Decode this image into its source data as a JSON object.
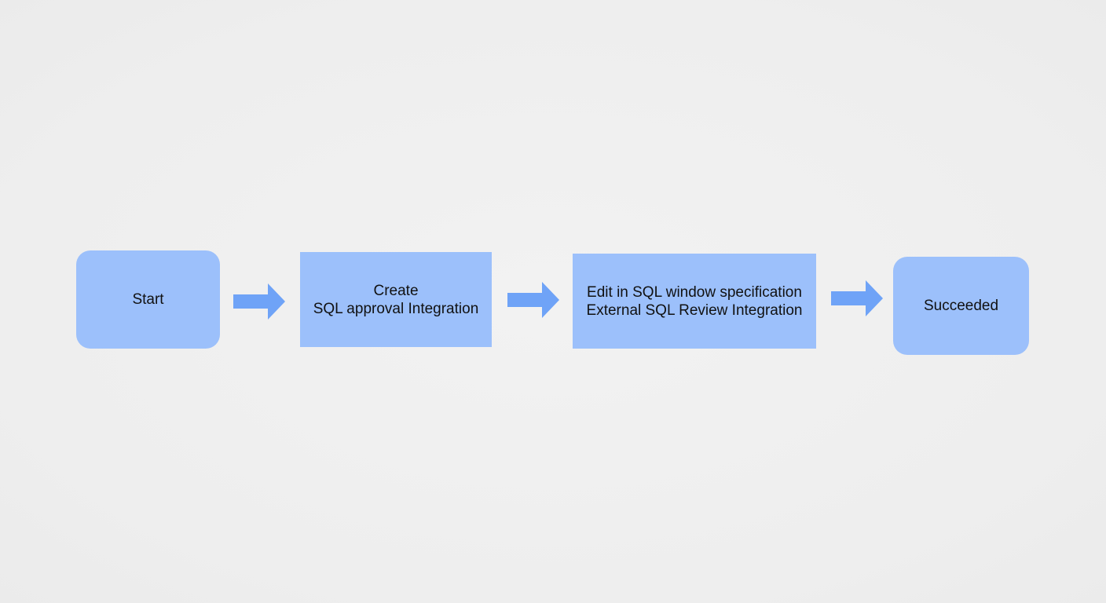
{
  "diagram": {
    "nodes": [
      {
        "id": "start",
        "lines": [
          "Start"
        ]
      },
      {
        "id": "create",
        "lines": [
          "Create",
          "SQL approval Integration"
        ]
      },
      {
        "id": "edit",
        "lines": [
          "Edit in SQL window specification",
          "External SQL Review Integration"
        ]
      },
      {
        "id": "succeeded",
        "lines": [
          "Succeeded"
        ]
      }
    ],
    "edges": [
      {
        "from": "start",
        "to": "create"
      },
      {
        "from": "create",
        "to": "edit"
      },
      {
        "from": "edit",
        "to": "succeeded"
      }
    ],
    "colors": {
      "node_fill": "#9cc0fb",
      "arrow_fill": "#6fa3f7",
      "background": "#efefef",
      "text": "#111111"
    }
  }
}
